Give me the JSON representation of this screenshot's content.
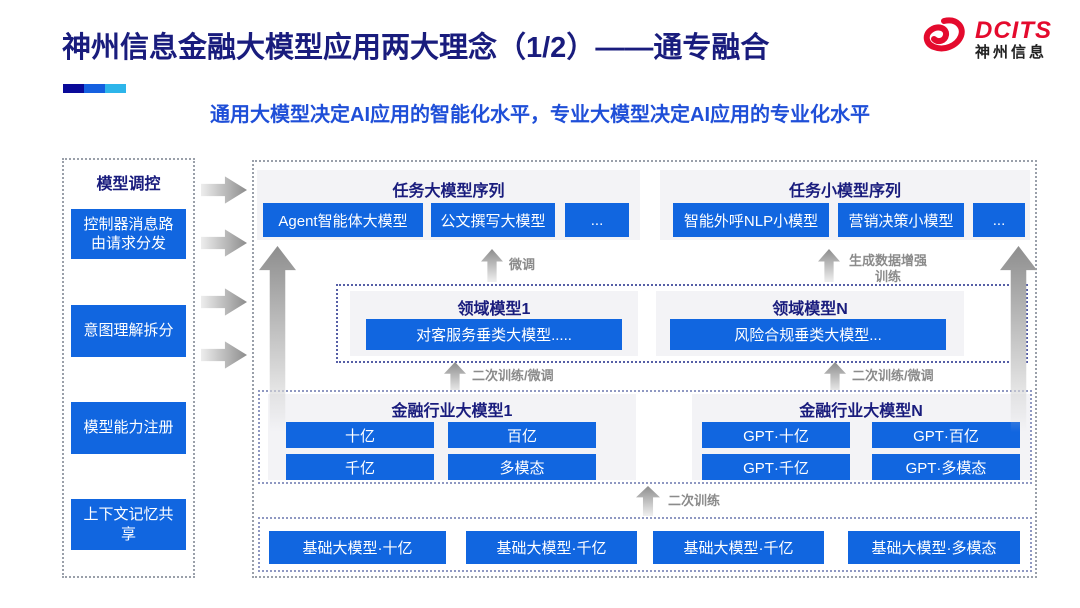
{
  "page": {
    "title": "神州信息金融大模型应用两大理念（1/2）——通专融合",
    "subtitle": "通用大模型决定AI应用的智能化水平，专业大模型决定AI应用的专业化水平"
  },
  "logo": {
    "brand": "DCITS",
    "company": "神州信息",
    "swirl_icon": "red-swirl-icon"
  },
  "sidebar": {
    "title": "模型调控",
    "items": [
      {
        "label": "控制器消息路由请求分发"
      },
      {
        "label": "意图理解拆分"
      },
      {
        "label": "模型能力注册"
      },
      {
        "label": "上下文记忆共享"
      }
    ]
  },
  "task_large": {
    "title": "任务大模型序列",
    "boxes": [
      "Agent智能体大模型",
      "公文撰写大模型",
      "..."
    ]
  },
  "task_small": {
    "title": "任务小模型序列",
    "boxes": [
      "智能外呼NLP小模型",
      "营销决策小模型",
      "..."
    ]
  },
  "labels": {
    "fine_tune": "微调",
    "gen_data_training": "生成数据增强训练",
    "secondary_training_ft_left": "二次训练/微调",
    "secondary_training_ft_right": "二次训练/微调",
    "secondary_training": "二次训练"
  },
  "domain1": {
    "title": "领域模型1",
    "box": "对客服务垂类大模型....."
  },
  "domainN": {
    "title": "领域模型N",
    "box": "风险合规垂类大模型..."
  },
  "industry1": {
    "title": "金融行业大模型1",
    "boxes": [
      "十亿",
      "百亿",
      "千亿",
      "多模态"
    ]
  },
  "industryN": {
    "title": "金融行业大模型N",
    "boxes": [
      "GPT·十亿",
      "GPT·百亿",
      "GPT·千亿",
      "GPT·多模态"
    ]
  },
  "base_models": {
    "boxes": [
      "基础大模型·十亿",
      "基础大模型·千亿",
      "基础大模型·千亿",
      "基础大模型·多模态"
    ]
  },
  "colors": {
    "primary_blue": "#1166e0",
    "navy": "#191c7d",
    "subtitle_blue": "#1f4fd8",
    "logo_red": "#e40a2d",
    "accent_bar": [
      "#0a0a99",
      "#1560e0",
      "#2db5ea"
    ]
  }
}
